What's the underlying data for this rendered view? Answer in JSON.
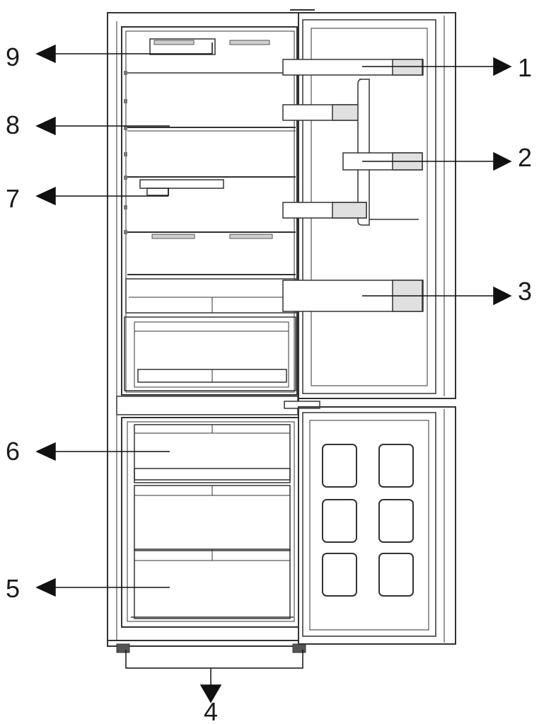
{
  "diagram": {
    "callouts": [
      {
        "id": "1",
        "label": "1"
      },
      {
        "id": "2",
        "label": "2"
      },
      {
        "id": "3",
        "label": "3"
      },
      {
        "id": "4",
        "label": "4"
      },
      {
        "id": "5",
        "label": "5"
      },
      {
        "id": "6",
        "label": "6"
      },
      {
        "id": "7",
        "label": "7"
      },
      {
        "id": "8",
        "label": "8"
      },
      {
        "id": "9",
        "label": "9"
      }
    ],
    "colors": {
      "line": "#333333",
      "arrow": "#111111",
      "fill": "#ffffff",
      "shade": "#d9d9d9"
    }
  }
}
